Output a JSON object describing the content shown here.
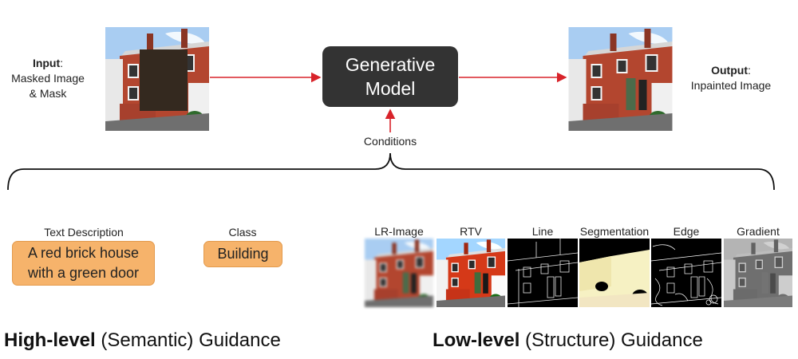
{
  "input": {
    "bold": "Input",
    "colon": ":",
    "line2": "Masked Image",
    "line3": "& Mask"
  },
  "model": {
    "line1": "Generative",
    "line2": "Model"
  },
  "output": {
    "bold": "Output",
    "colon": ":",
    "line2": "Inpainted Image"
  },
  "conditions": "Conditions",
  "high_level": {
    "text_description": {
      "title": "Text Description",
      "value_line1": "A red brick house",
      "value_line2": "with a green door"
    },
    "class": {
      "title": "Class",
      "value": "Building"
    },
    "heading_bold": "High-level",
    "heading_rest": " (Semantic) Guidance"
  },
  "low_level": {
    "labels": [
      "LR-Image",
      "RTV",
      "Line",
      "Segmentation",
      "Edge",
      "Gradient"
    ],
    "heading_bold": "Low-level",
    "heading_rest": " (Structure) Guidance"
  },
  "colors": {
    "arrow": "#d8232a",
    "model_box": "#333333",
    "pill": "#f6b36b"
  }
}
